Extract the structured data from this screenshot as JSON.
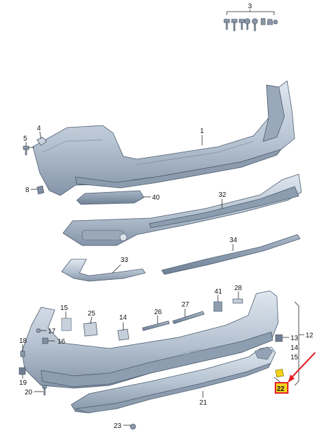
{
  "diagram": {
    "colors": {
      "part_fill": "#b7c4d3",
      "part_dark": "#7e8fa3",
      "part_light": "#dde5ee",
      "outline": "#4a5a6c",
      "highlight_fill": "#f2d21a",
      "highlight_border": "#e31e24",
      "arrow": "#e31e24"
    },
    "callouts": {
      "c1": "1",
      "c3": "3",
      "c4": "4",
      "c5": "5",
      "c8": "8",
      "c40": "40",
      "c32": "32",
      "c34": "34",
      "c33": "33",
      "c41": "41",
      "c28": "28",
      "c27": "27",
      "c26": "26",
      "c15": "15",
      "c25": "25",
      "c14": "14",
      "c17": "17",
      "c16": "16",
      "c18": "18",
      "c19": "19",
      "c20": "20",
      "c21": "21",
      "c23": "23",
      "c13": "13",
      "c12": "12",
      "c14b": "14",
      "c15b": "15",
      "c22": "22"
    },
    "icons": {
      "highlight_arrow": "red-arrow-icon",
      "fasteners": "screw-icon"
    }
  }
}
